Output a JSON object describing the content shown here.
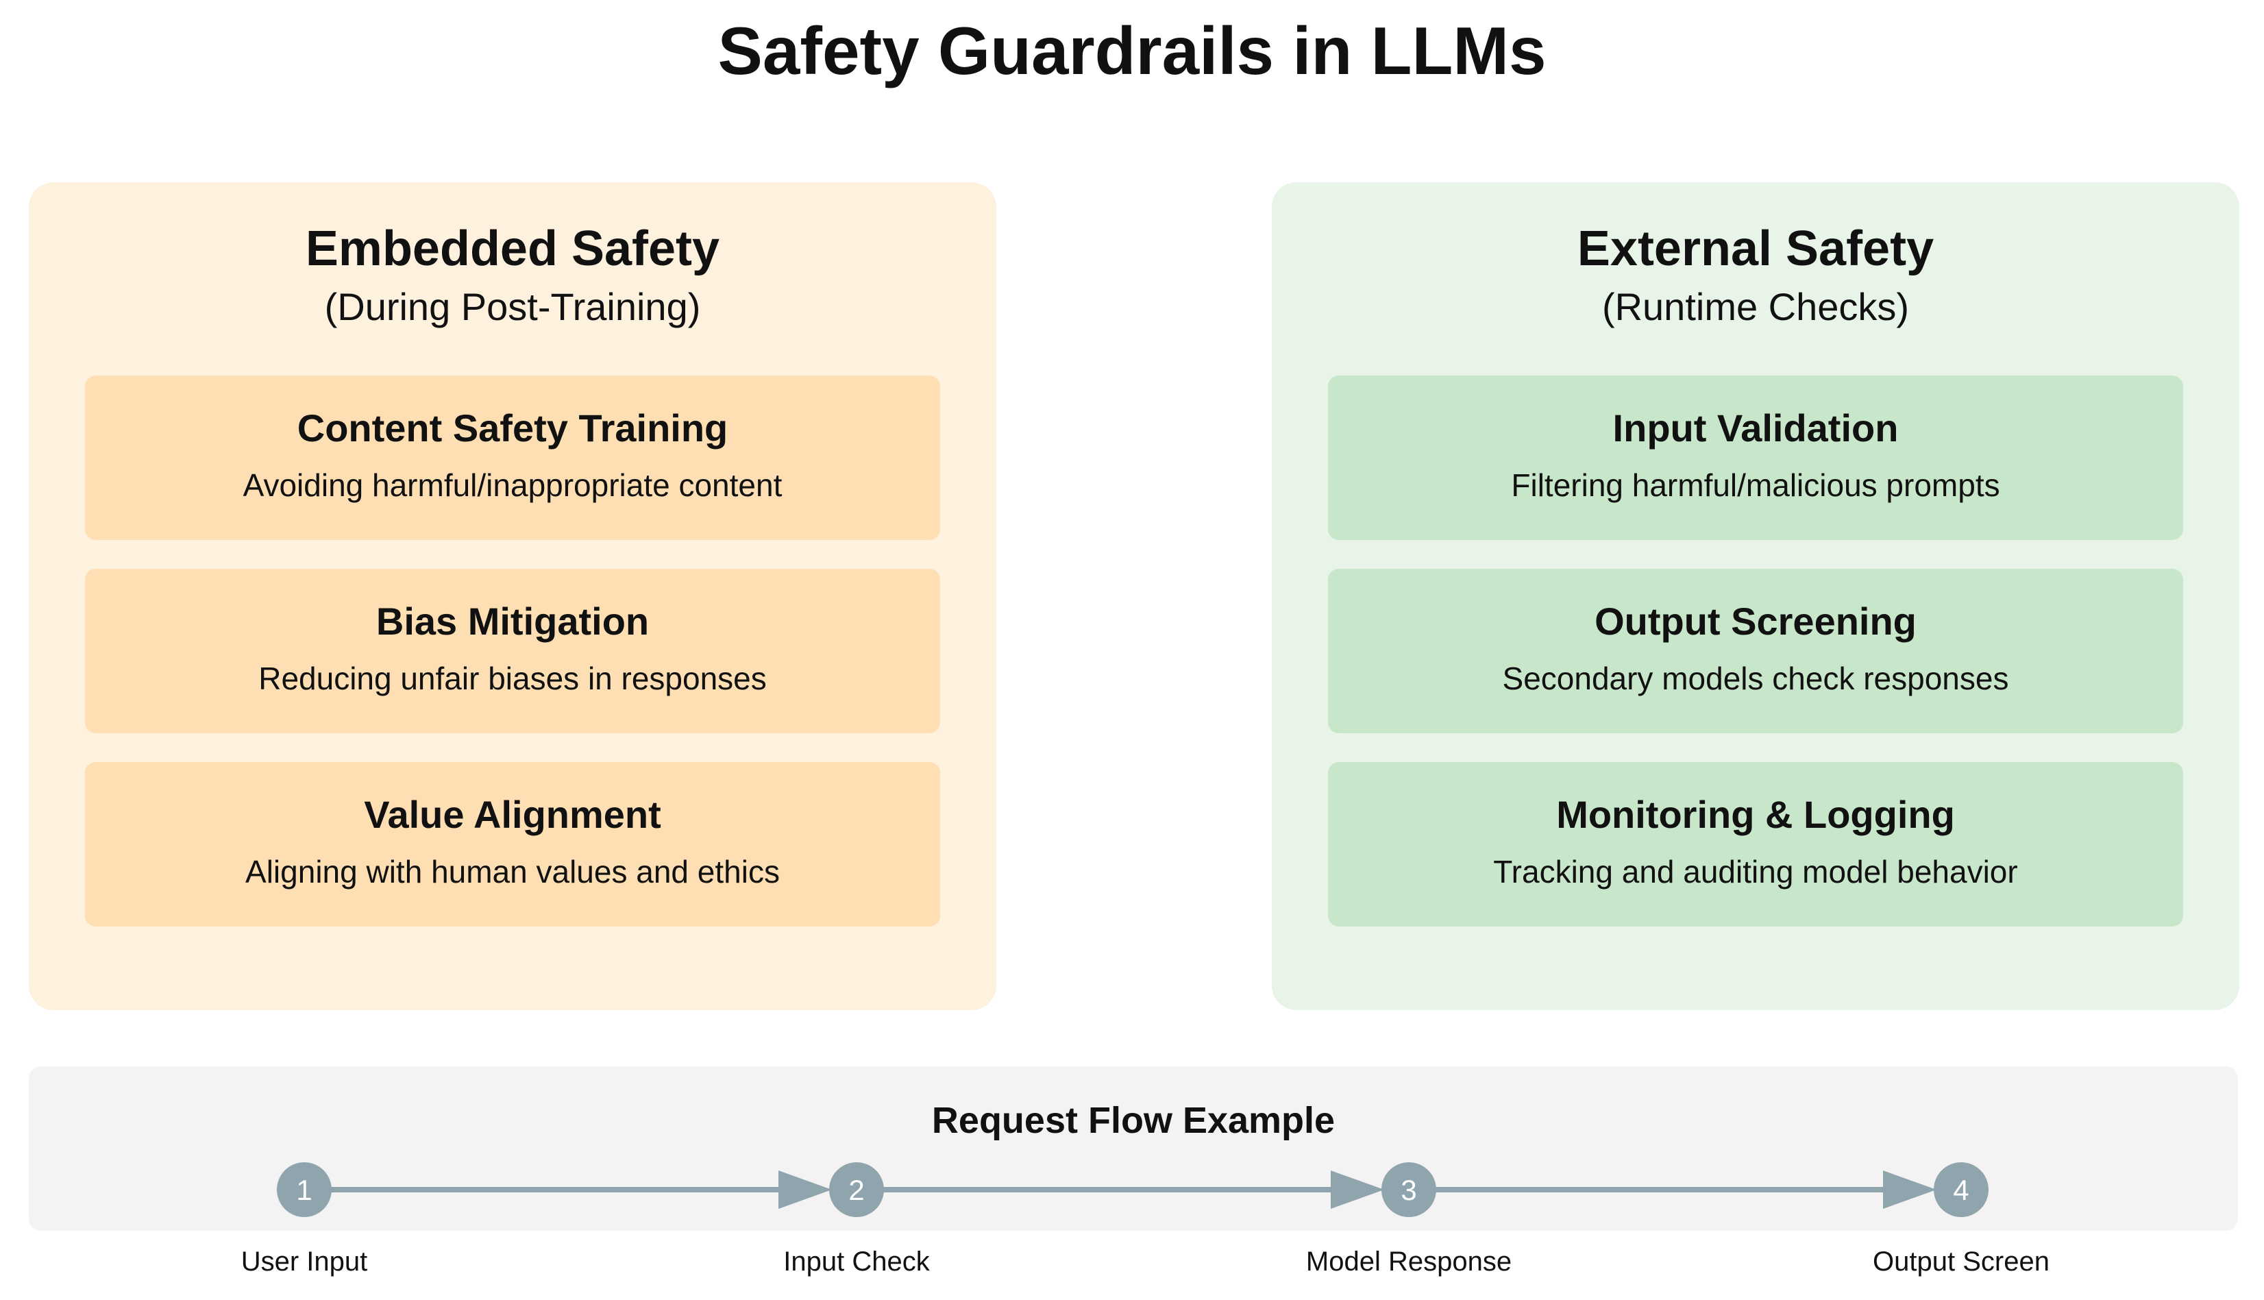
{
  "title": "Safety Guardrails in LLMs",
  "panels": {
    "embedded": {
      "title": "Embedded Safety",
      "subtitle": "(During Post-Training)",
      "cards": [
        {
          "title": "Content Safety Training",
          "description": "Avoiding harmful/inappropriate content"
        },
        {
          "title": "Bias Mitigation",
          "description": "Reducing unfair biases in responses"
        },
        {
          "title": "Value Alignment",
          "description": "Aligning with human values and ethics"
        }
      ]
    },
    "external": {
      "title": "External Safety",
      "subtitle": "(Runtime Checks)",
      "cards": [
        {
          "title": "Input Validation",
          "description": "Filtering harmful/malicious prompts"
        },
        {
          "title": "Output Screening",
          "description": "Secondary models check responses"
        },
        {
          "title": "Monitoring & Logging",
          "description": "Tracking and auditing model behavior"
        }
      ]
    }
  },
  "flow": {
    "title": "Request Flow Example",
    "steps": [
      {
        "number": "1",
        "label": "User Input"
      },
      {
        "number": "2",
        "label": "Input Check"
      },
      {
        "number": "3",
        "label": "Model Response"
      },
      {
        "number": "4",
        "label": "Output Screen"
      }
    ]
  },
  "colors": {
    "embedded_panel": "#fef1de",
    "embedded_card": "#fddfb3",
    "external_panel": "#e7f4e7",
    "external_card": "#c8e6c9",
    "flow_panel": "#f3f3f3",
    "flow_node": "#90a4ae"
  }
}
